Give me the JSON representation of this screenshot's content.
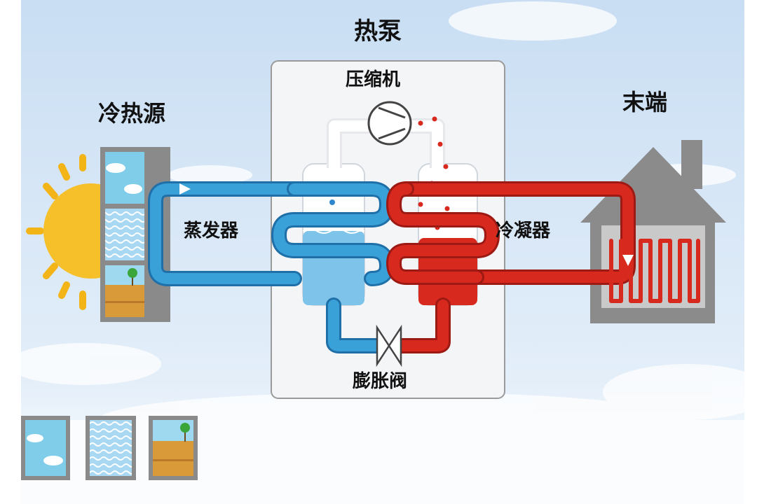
{
  "title": "热泵",
  "labels": {
    "source": "冷热源",
    "terminal": "末端",
    "compressor": "压缩机",
    "evaporator": "蒸发器",
    "condenser": "冷凝器",
    "expansion_valve": "膨胀阀"
  },
  "colors": {
    "sky": "#d4e6f6",
    "cold_pipe": "#3aa0d8",
    "cold_pipe_dark": "#1f6fa8",
    "hot_pipe": "#d8291f",
    "hot_pipe_dark": "#9c1a13",
    "panel_bg": "#f4f5f7",
    "sun": "#f5c02a",
    "house": "#8b8b8b",
    "soil": "#d99a3a",
    "water": "#7ec3ea"
  },
  "icons": [
    "sun-icon",
    "air-icon",
    "water-icon",
    "ground-icon",
    "house-icon",
    "radiator-icon",
    "compressor-icon",
    "valve-icon"
  ]
}
